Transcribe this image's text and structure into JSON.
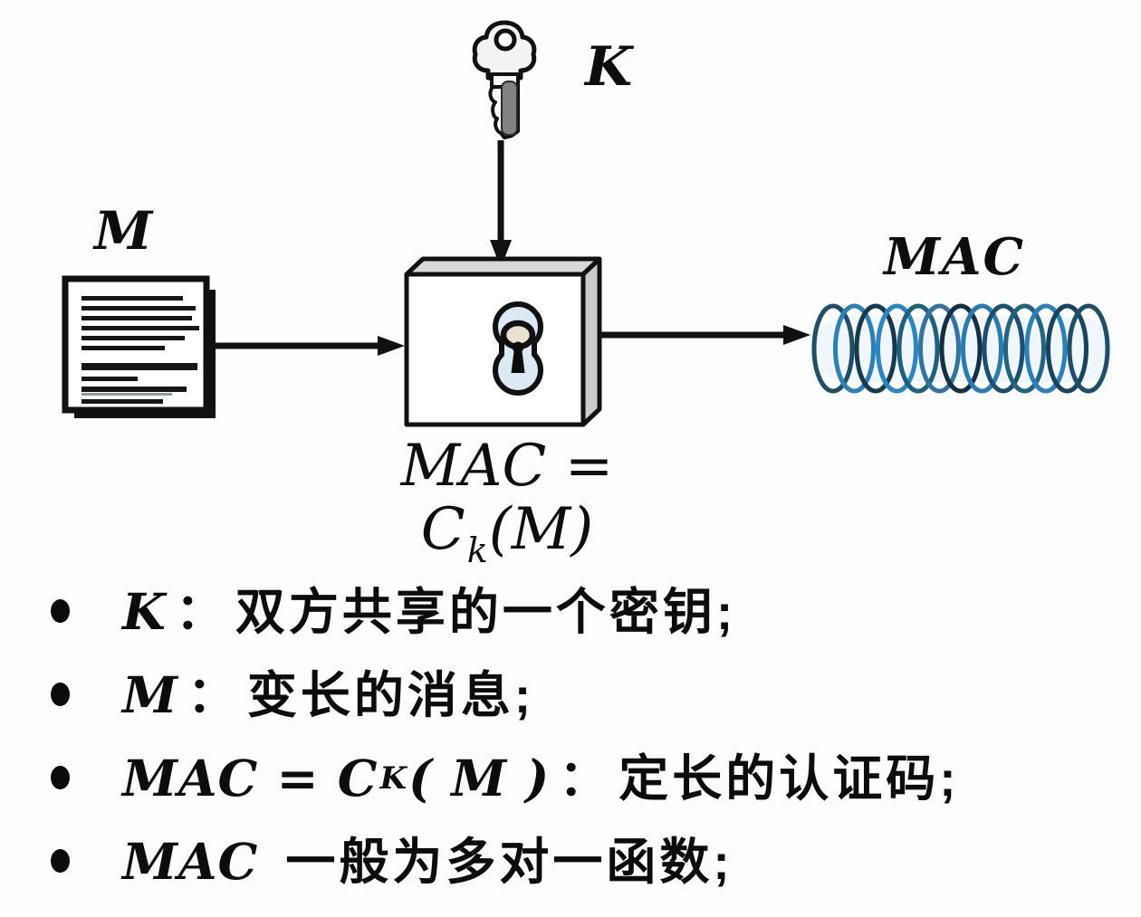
{
  "page": {
    "background": "#fdfdfd"
  },
  "diagram": {
    "key_label": "K",
    "message_label": "M",
    "mac_output_label": "MAC",
    "formula": {
      "pre": "MAC = C",
      "sub": "k",
      "post": "(M)"
    }
  },
  "bullets": [
    {
      "term": "K",
      "colon": "：",
      "desc": "双方共享的一个密钥;"
    },
    {
      "term": "M",
      "colon": "：",
      "desc": "变长的消息;"
    },
    {
      "formula_pre": "MAC = C",
      "formula_sub": "K",
      "formula_post": "( M )",
      "colon": "：",
      "desc": "定长的认证码;"
    },
    {
      "term": "MAC",
      "desc": "一般为多对一函数;"
    }
  ],
  "icons": {
    "key": "key-icon",
    "document": "document-icon",
    "keyhole": "keyhole-icon",
    "coil": "coil-icon",
    "arrow": "arrow-icon"
  },
  "colors": {
    "outline": "#111111",
    "box_top": "#d8d8d8",
    "box_side": "#cccccc",
    "box_front": "#ffffff",
    "keyhole_plate": "#dce8f3",
    "knob": "#e9e2d1",
    "key_shaft": "#828282",
    "coil_glow": "#ddeefb",
    "coil_strokes": [
      "#1f4e66",
      "#2e7fb5",
      "#153a50",
      "#2b86c0",
      "#1d5f7d",
      "#33739c",
      "#132f43",
      "#2a7ab2",
      "#1b4f72",
      "#24637f",
      "#2d7fb8",
      "#16435e",
      "#1f4e66"
    ]
  }
}
